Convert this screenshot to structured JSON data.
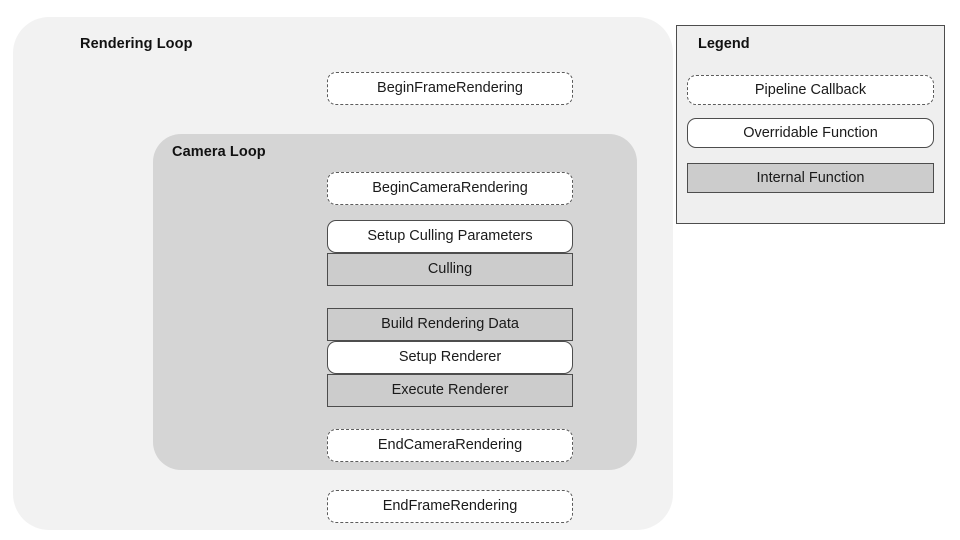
{
  "diagram": {
    "outer_group": {
      "title": "Rendering Loop",
      "fill": "#f2f2f2"
    },
    "inner_group": {
      "title": "Camera Loop",
      "fill": "#d5d5d5"
    },
    "nodes": [
      {
        "label": "BeginFrameRendering",
        "kind": "callback",
        "group": "outer"
      },
      {
        "label": "BeginCameraRendering",
        "kind": "callback",
        "group": "inner"
      },
      {
        "label": "Setup Culling Parameters",
        "kind": "overridable",
        "group": "inner"
      },
      {
        "label": "Culling",
        "kind": "internal",
        "group": "inner"
      },
      {
        "label": "Build Rendering Data",
        "kind": "internal",
        "group": "inner"
      },
      {
        "label": "Setup Renderer",
        "kind": "overridable",
        "group": "inner"
      },
      {
        "label": "Execute Renderer",
        "kind": "internal",
        "group": "inner"
      },
      {
        "label": "EndCameraRendering",
        "kind": "callback",
        "group": "inner"
      },
      {
        "label": "EndFrameRendering",
        "kind": "callback",
        "group": "outer"
      }
    ]
  },
  "legend": {
    "title": "Legend",
    "panel_fill": "#efefef",
    "items": [
      {
        "label": "Pipeline Callback",
        "kind": "callback",
        "fill": "#ffffff"
      },
      {
        "label": "Overridable Function",
        "kind": "overridable",
        "fill": "#ffffff"
      },
      {
        "label": "Internal Function",
        "kind": "internal",
        "fill": "#cccccc"
      }
    ]
  }
}
